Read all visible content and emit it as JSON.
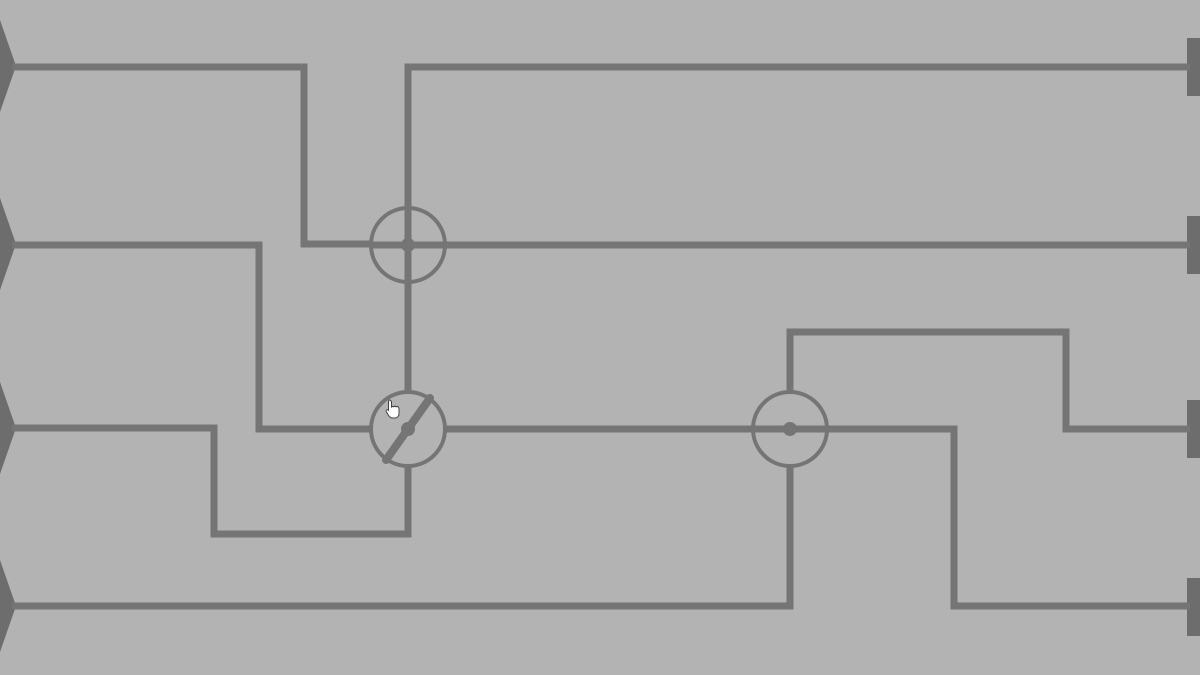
{
  "board": {
    "background_color": "#b3b3b3",
    "wire_color": "#757575",
    "input_ports": 4,
    "output_ports": 4,
    "junctions": [
      {
        "id": "junction-1",
        "type": "connector"
      },
      {
        "id": "junction-2",
        "type": "rotary-switch"
      },
      {
        "id": "junction-3",
        "type": "connector"
      }
    ]
  },
  "cursor": {
    "icon": "hand-pointer-icon"
  }
}
